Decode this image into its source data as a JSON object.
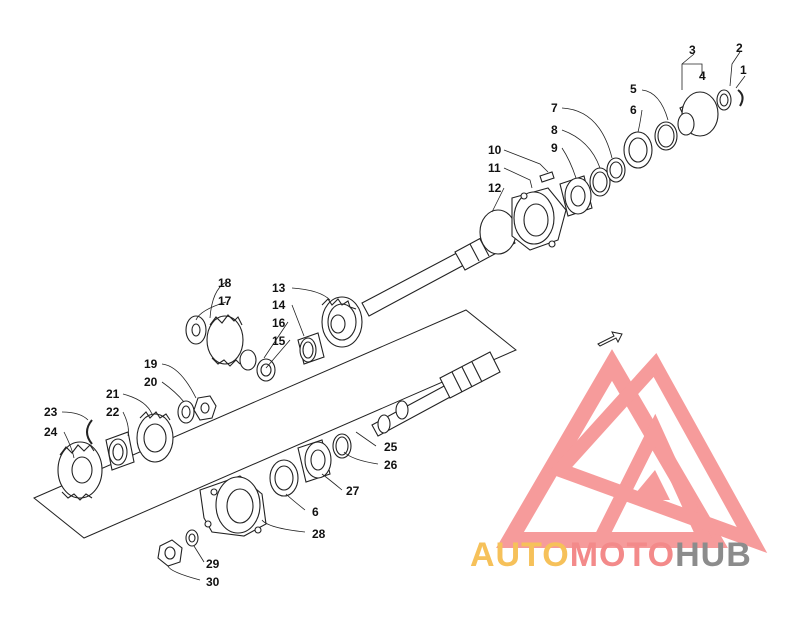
{
  "diagram": {
    "callouts": [
      "1",
      "2",
      "3",
      "4",
      "5",
      "6",
      "7",
      "8",
      "9",
      "10",
      "11",
      "12",
      "13",
      "14",
      "15",
      "16",
      "17",
      "18",
      "19",
      "20",
      "21",
      "22",
      "23",
      "24",
      "25",
      "26",
      "27",
      "28",
      "6",
      "29",
      "30"
    ]
  },
  "watermark": {
    "word_part1": "AUTO",
    "word_part2": "MOTO",
    "word_part3": "HUB",
    "colors": {
      "yellow": "#f6c15a",
      "pink": "#f38a8a",
      "gray": "#8c8c8c",
      "triangle": "#f26d6d"
    }
  }
}
